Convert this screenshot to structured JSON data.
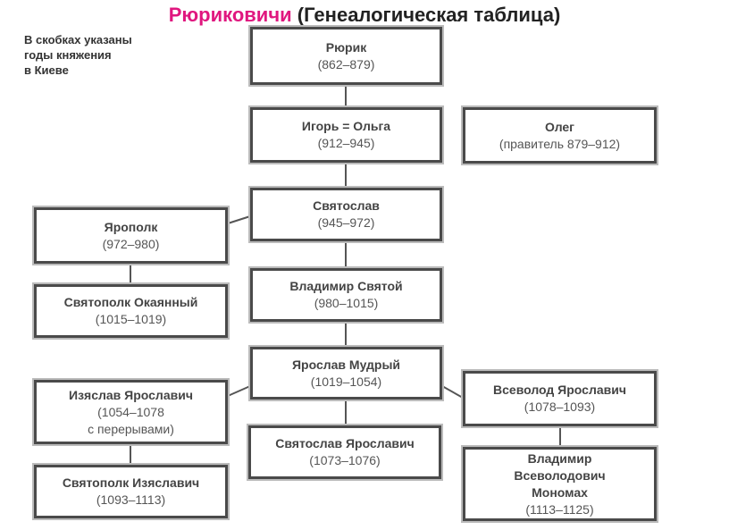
{
  "title": {
    "main": "Рюриковичи",
    "sub": "(Генеалогическая таблица)"
  },
  "note": "В скобках указаны\nгоды княжения\nв Киеве",
  "people": {
    "rurik": {
      "name": "Рюрик",
      "years": "(862–879)"
    },
    "igor": {
      "name": "Игорь = Ольга",
      "years": "(912–945)"
    },
    "oleg": {
      "name": "Олег",
      "years": "(правитель 879–912)"
    },
    "svyatoslav": {
      "name": "Святослав",
      "years": "(945–972)"
    },
    "yaropolk": {
      "name": "Ярополк",
      "years": "(972–980)"
    },
    "svyatopolk_ok": {
      "name": "Святополк Окаянный",
      "years": "(1015–1019)"
    },
    "vladimir": {
      "name": "Владимир Святой",
      "years": "(980–1015)"
    },
    "yaroslav": {
      "name": "Ярослав Мудрый",
      "years": "(1019–1054)"
    },
    "izyaslav": {
      "name": "Изяслав Ярославич",
      "years": "(1054–1078",
      "extra": "с перерывами)"
    },
    "svyatoslav_ya": {
      "name": "Святослав Ярославич",
      "years": "(1073–1076)"
    },
    "vsevolod": {
      "name": "Всеволод Ярославич",
      "years": "(1078–1093)"
    },
    "monomakh": {
      "name1": "Владимир",
      "name2": "Всеволодович",
      "name3": "Мономах",
      "years": "(1113–1125)"
    },
    "svyatopolk_iz": {
      "name": "Святополк Изяславич",
      "years": "(1093–1113)"
    }
  }
}
